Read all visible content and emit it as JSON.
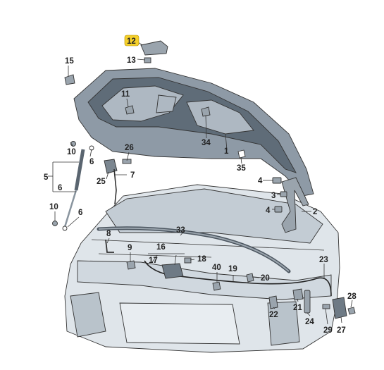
{
  "palette": {
    "hood_fill": "#8e9aa6",
    "hood_dark": "#5f6c78",
    "body_fill": "#dfe5ea",
    "body_mid": "#c3ccd4",
    "part_fill": "#9aa4ad",
    "highlight": "#f5d02b",
    "line": "#333333"
  },
  "callouts": {
    "c1": "1",
    "c2": "2",
    "c3": "3",
    "c4a": "4",
    "c4b": "4",
    "c5": "5",
    "c6a": "6",
    "c6b": "6",
    "c6c": "6",
    "c7": "7",
    "c8": "8",
    "c9": "9",
    "c10a": "10",
    "c10b": "10",
    "c11": "11",
    "c12": "12",
    "c13": "13",
    "c15": "15",
    "c16": "16",
    "c17": "17",
    "c18": "18",
    "c19": "19",
    "c20": "20",
    "c21": "21",
    "c22": "22",
    "c23": "23",
    "c24": "24",
    "c25": "25",
    "c26": "26",
    "c27": "27",
    "c28": "28",
    "c29": "29",
    "c33": "33",
    "c34": "34",
    "c35": "35",
    "c40": "40"
  }
}
